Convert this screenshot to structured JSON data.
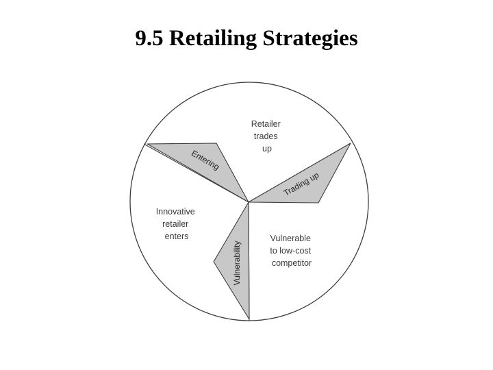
{
  "slide": {
    "title": "9.5 Retailing Strategies"
  },
  "diagram": {
    "colors": {
      "outline": "#3c3c3c",
      "blade_fill": "#c8c8c8",
      "text": "#3a3a3a"
    },
    "regions": {
      "top": [
        "Retailer",
        "trades",
        "up"
      ],
      "left": [
        "Innovative",
        "retailer",
        "enters"
      ],
      "right": [
        "Vulnerable",
        "to low-cost",
        "competitor"
      ]
    },
    "blades": {
      "entering": "Entering",
      "trading_up": "Trading up",
      "vulnerability": "Vulnerability"
    }
  }
}
